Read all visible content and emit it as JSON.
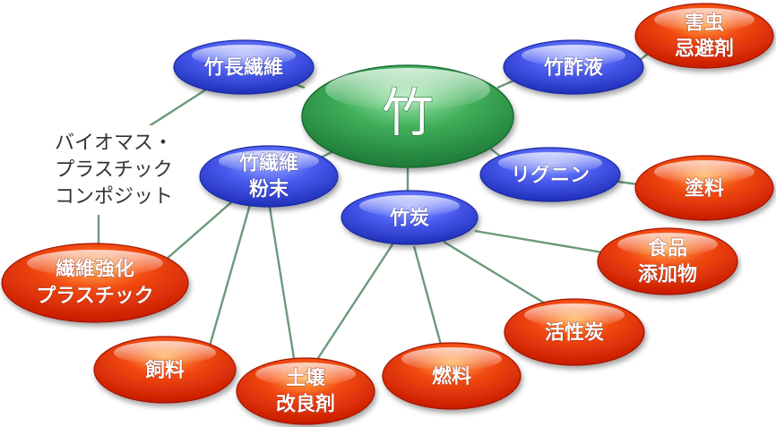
{
  "colors": {
    "root_fill": "#2e9e4c",
    "blue_fill": "#3d4ee8",
    "red_fill": "#e83010",
    "link": "#6b9a7a"
  },
  "nodes": {
    "root": {
      "label": "竹"
    },
    "long_fiber": {
      "label": "竹長繊維"
    },
    "vinegar": {
      "label": "竹酢液"
    },
    "insect": {
      "lines": [
        "害虫",
        "忌避剤"
      ]
    },
    "fiber_powder": {
      "lines": [
        "竹繊維",
        "粉末"
      ]
    },
    "lignin": {
      "label": "リグニン"
    },
    "paint": {
      "label": "塗料"
    },
    "charcoal": {
      "label": "竹炭"
    },
    "food_additive": {
      "lines": [
        "食品",
        "添加物"
      ]
    },
    "reinforced_plastic": {
      "lines": [
        "繊維強化",
        "プラスチック"
      ]
    },
    "activated_carbon": {
      "label": "活性炭"
    },
    "feed": {
      "label": "飼料"
    },
    "soil": {
      "lines": [
        "土壌",
        "改良剤"
      ]
    },
    "fuel": {
      "label": "燃料"
    },
    "biomass_composite": {
      "lines": [
        "バイオマス・",
        "プラスチック",
        "コンポジット"
      ]
    }
  }
}
